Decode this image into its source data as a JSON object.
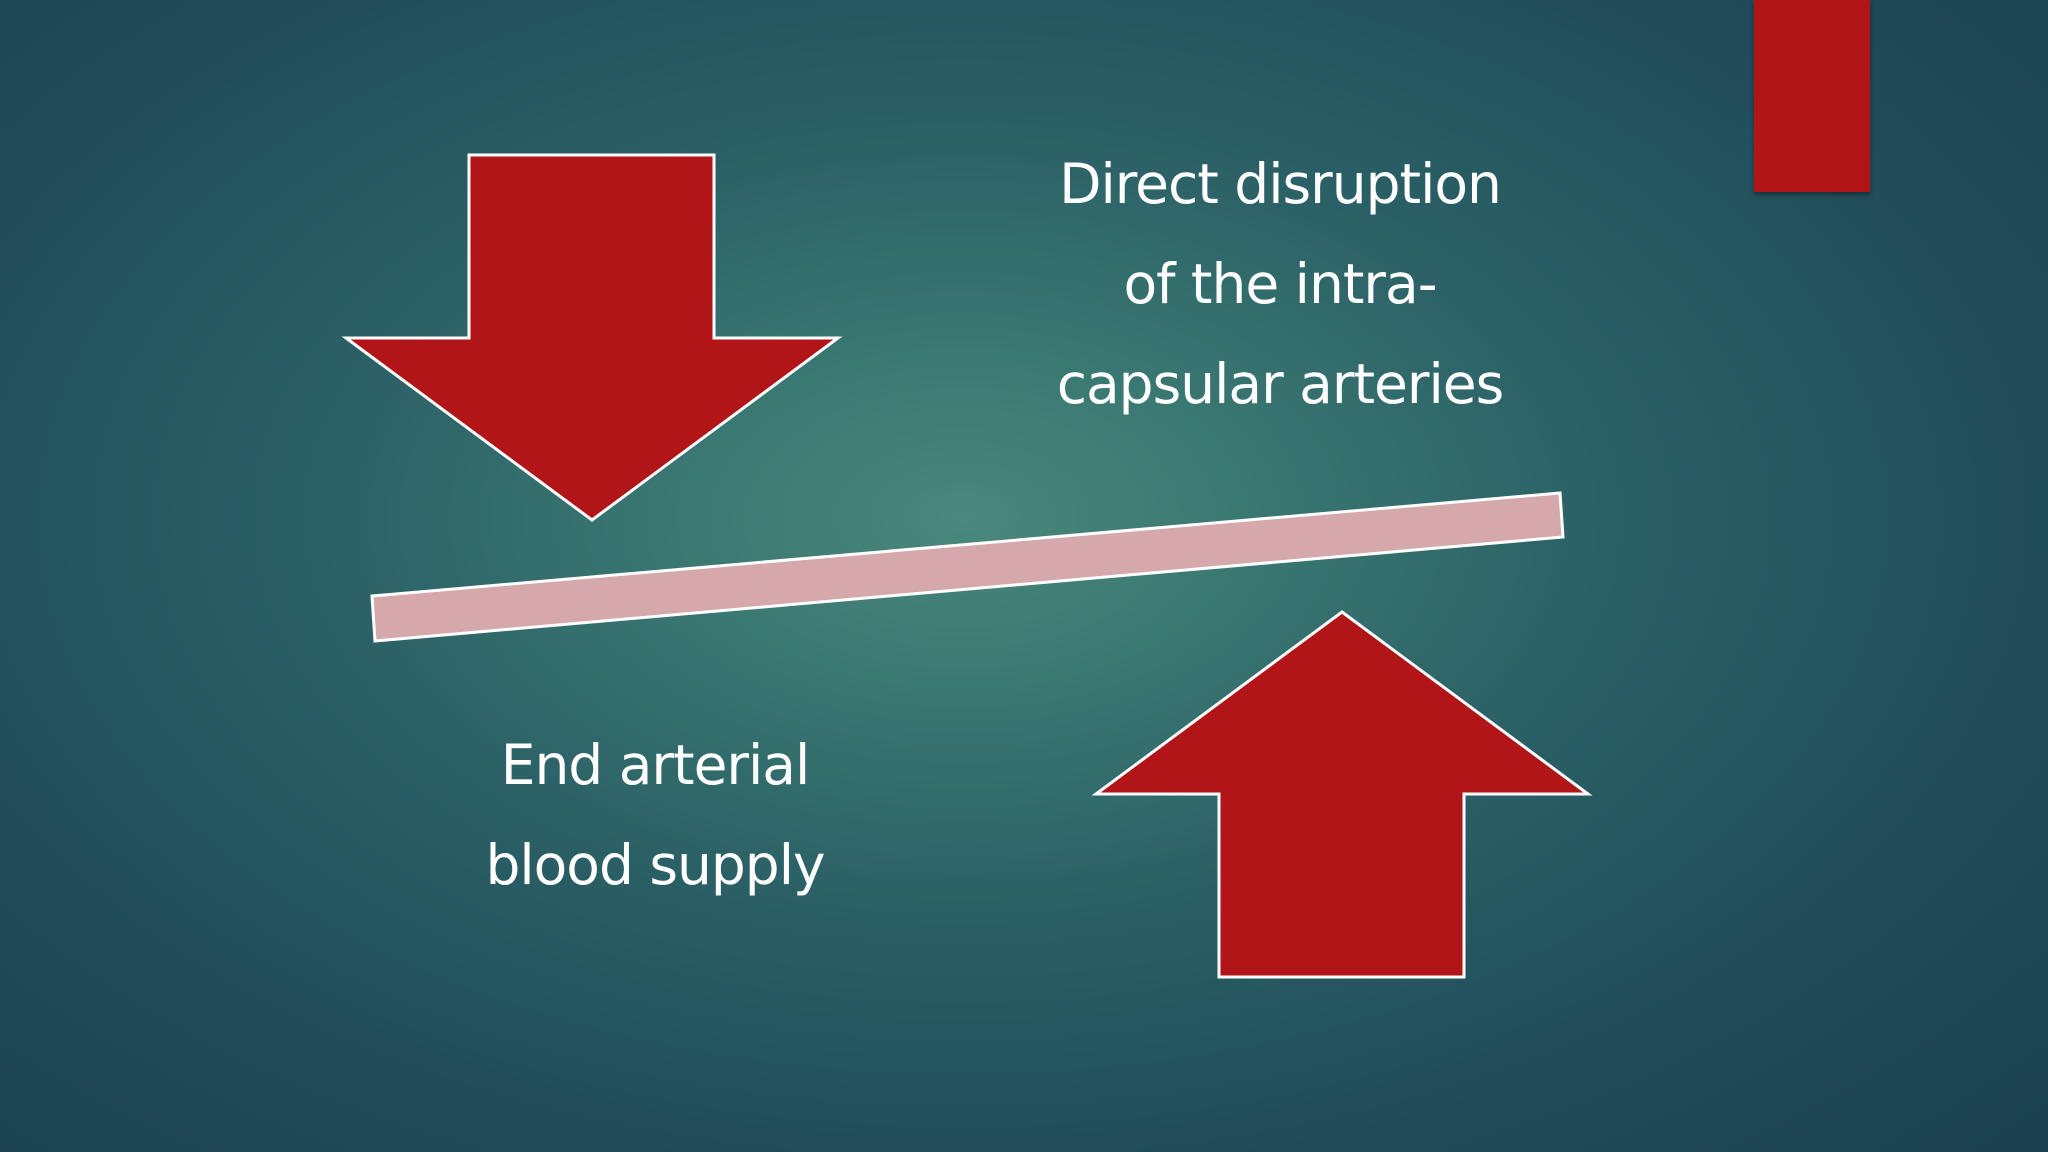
{
  "slide": {
    "background_color": "#2b6066",
    "accent_color": "#b11517",
    "bar_color": "#d5a9ab",
    "outline_color": "#ffffff"
  },
  "labels": {
    "top": {
      "lines": [
        "Direct disruption",
        "of the intra-",
        "capsular arteries"
      ]
    },
    "bottom": {
      "lines": [
        "End arterial",
        "blood supply"
      ]
    }
  },
  "shapes": {
    "down_arrow": "arrow-down",
    "up_arrow": "arrow-up",
    "balance_bar": "tilted-bar"
  }
}
